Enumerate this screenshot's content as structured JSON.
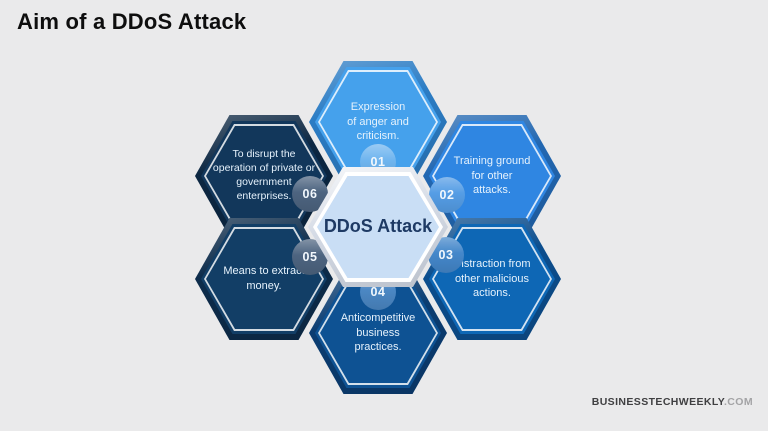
{
  "page": {
    "background": "#eaeaeb"
  },
  "header": {
    "title": "Aim of a DDoS Attack"
  },
  "footer": {
    "brand_bold": "BUSINESSTECHWEEKLY",
    "brand_light": ".COM"
  },
  "diagram": {
    "center": {
      "label": "DDoS Attack",
      "fill": "#c9def5",
      "edge": "#cfd6e2",
      "ring": "#ffffff",
      "text_color": "#1e3a64"
    },
    "nodes": [
      {
        "number": "01",
        "label": "Expression\nof anger and\ncriticism.",
        "fill": "#45a1ec",
        "edge": "#2b7cc4",
        "badge": "#6fb5ef"
      },
      {
        "number": "02",
        "label": "Training ground\nfor other\nattacks.",
        "fill": "#2f86e2",
        "edge": "#2267b1",
        "badge": "#559de5"
      },
      {
        "number": "03",
        "label": "Distraction from\nother malicious\nactions.",
        "fill": "#0e67b5",
        "edge": "#0c4e8e",
        "badge": "#4487ca"
      },
      {
        "number": "04",
        "label": "Anticompetitive\nbusiness\npractices.",
        "fill": "#0e5293",
        "edge": "#0b3d72",
        "badge": "#4b87c3"
      },
      {
        "number": "05",
        "label": "Means to extract\nmoney.",
        "fill": "#123e66",
        "edge": "#0d2c4b",
        "badge": "#4d6480"
      },
      {
        "number": "06",
        "label": "To disrupt the\noperation of private or\ngovernment\nenterprises.",
        "fill": "#12375b",
        "edge": "#0c2742",
        "badge": "#4d6480"
      }
    ]
  }
}
